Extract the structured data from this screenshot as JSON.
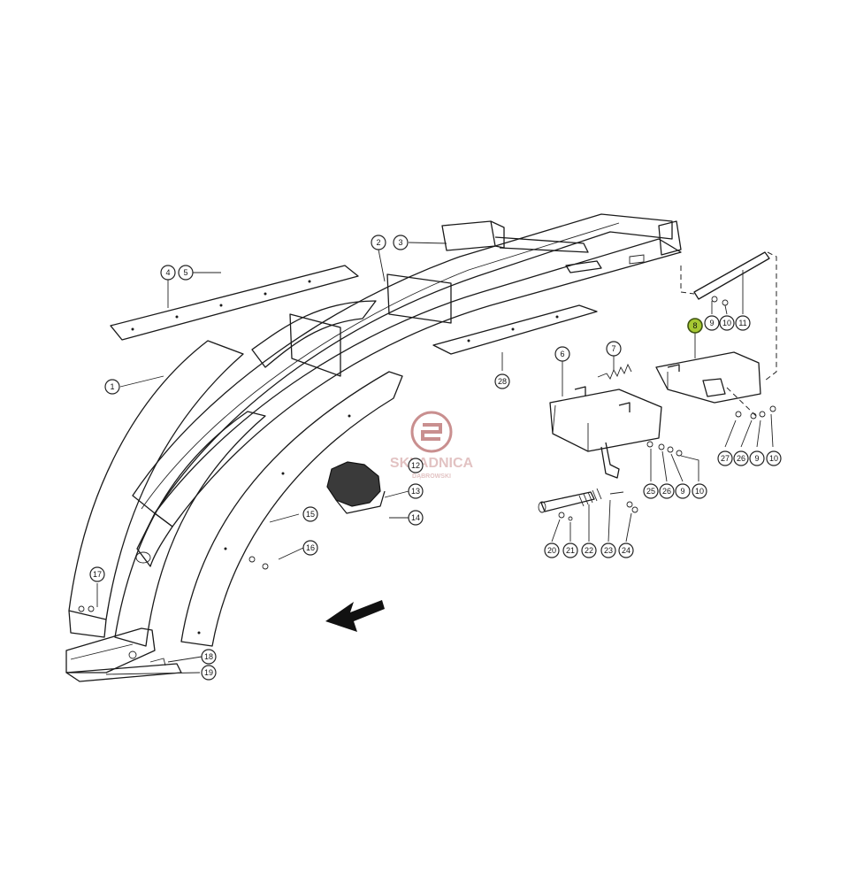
{
  "diagram": {
    "callouts": [
      {
        "id": "1",
        "label": "1"
      },
      {
        "id": "2",
        "label": "2"
      },
      {
        "id": "3",
        "label": "3"
      },
      {
        "id": "4",
        "label": "4"
      },
      {
        "id": "5",
        "label": "5"
      },
      {
        "id": "6",
        "label": "6"
      },
      {
        "id": "7",
        "label": "7"
      },
      {
        "id": "8",
        "label": "8",
        "highlighted": true
      },
      {
        "id": "9a",
        "label": "9"
      },
      {
        "id": "10a",
        "label": "10"
      },
      {
        "id": "11",
        "label": "11"
      },
      {
        "id": "27",
        "label": "27"
      },
      {
        "id": "26a",
        "label": "26"
      },
      {
        "id": "9b",
        "label": "9"
      },
      {
        "id": "10b",
        "label": "10"
      },
      {
        "id": "28",
        "label": "28"
      },
      {
        "id": "25",
        "label": "25"
      },
      {
        "id": "26b",
        "label": "26"
      },
      {
        "id": "9c",
        "label": "9"
      },
      {
        "id": "10c",
        "label": "10"
      },
      {
        "id": "12",
        "label": "12"
      },
      {
        "id": "13",
        "label": "13"
      },
      {
        "id": "14",
        "label": "14"
      },
      {
        "id": "15",
        "label": "15"
      },
      {
        "id": "16",
        "label": "16"
      },
      {
        "id": "17",
        "label": "17"
      },
      {
        "id": "18",
        "label": "18"
      },
      {
        "id": "19",
        "label": "19"
      },
      {
        "id": "20",
        "label": "20"
      },
      {
        "id": "21",
        "label": "21"
      },
      {
        "id": "22",
        "label": "22"
      },
      {
        "id": "23",
        "label": "23"
      },
      {
        "id": "24",
        "label": "24"
      }
    ],
    "highlight_color": "#a6c832"
  },
  "watermark": {
    "brand": "SKŁADNICA",
    "sub": "DĄBROWSKI",
    "color": "#a64646"
  }
}
